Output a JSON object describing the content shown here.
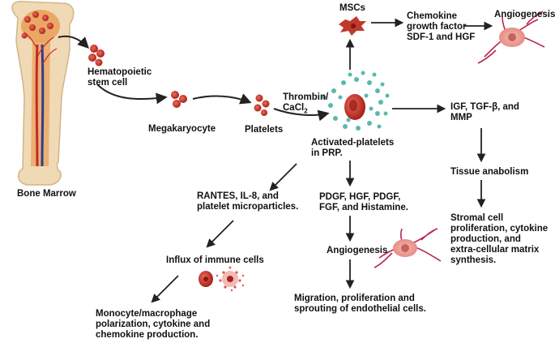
{
  "nodes": {
    "bone_marrow": "Bone Marrow",
    "hsc": "Hematopoietic\nstem cell",
    "megakaryocyte": "Megakaryocyte",
    "platelets": "Platelets",
    "thrombin": "Thrombin/\nCaCl",
    "thrombin_sub": "2",
    "activated": "Activated-platelets\nin PRP.",
    "mscs": "MSCs",
    "chemokine": "Chemokine\ngrowth factor\nSDF-1 and HGF",
    "angiogenesis_top": "Angiogenesis",
    "igf": "IGF, TGF-β, and\nMMP",
    "tissue": "Tissue anabolism",
    "stromal": "Stromal cell\nproliferation, cytokine\nproduction, and\nextra-cellular matrix\nsynthesis.",
    "rantes": "RANTES, IL-8, and\nplatelet microparticles.",
    "influx": "Influx of immune cells",
    "monocyte": "Monocyte/macrophage\npolarization, cytokine  and\nchemokine production.",
    "pdgf": "PDGF, HGF, PDGF,\nFGF, and Histamine.",
    "angiogenesis_mid": "Angiogenesis",
    "migration": "Migration, proliferation and\nsprouting of endothelial cells."
  },
  "colors": {
    "bone": "#f0d9b5",
    "marrow": "#e9a15c",
    "vessel_red": "#c62828",
    "vessel_blue": "#2c3e91",
    "cell_red": "#d93a2b",
    "cell_dark": "#a8221a",
    "dot_teal": "#5ab8b0",
    "msc": "#c0392b",
    "endothelial": "#b5284c",
    "arrow": "#222222"
  }
}
